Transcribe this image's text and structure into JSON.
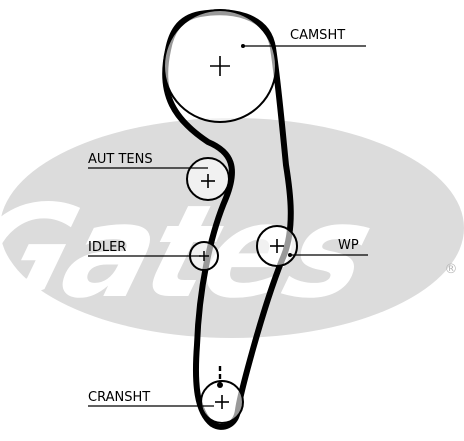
{
  "diagram": {
    "watermark_logo": "Gates",
    "registered_mark": "®",
    "labels": {
      "camshaft": "CAMSHT",
      "auto_tensioner": "AUT TENS",
      "idler": "IDLER",
      "water_pump": "WP",
      "crankshaft": "CRANSHT"
    }
  }
}
